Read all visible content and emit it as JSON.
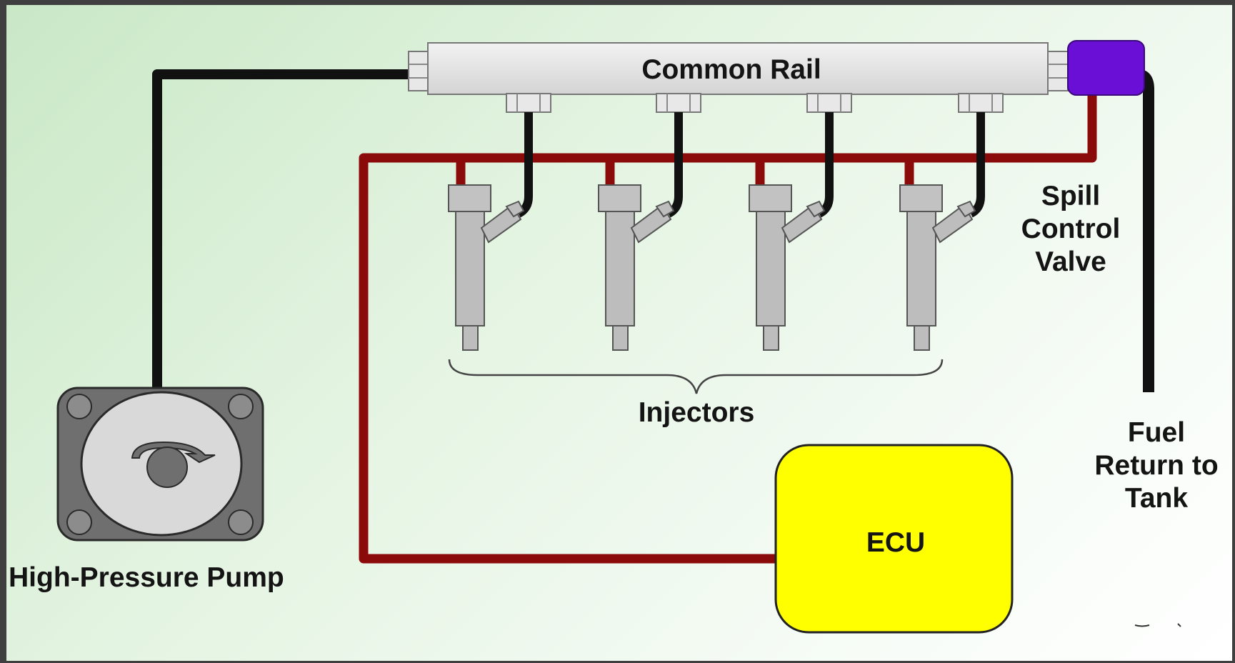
{
  "labels": {
    "common_rail": "Common Rail",
    "spill_control_valve": "Spill\nControl\nValve",
    "injectors": "Injectors",
    "high_pressure_pump": "High-Pressure Pump",
    "ecu": "ECU",
    "fuel_return": "Fuel\nReturn to\nTank"
  },
  "colors": {
    "fuel_line": "#111111",
    "signal_wire": "#8b0a0a",
    "rail": "#e3e3e3",
    "spill_valve": "#6a0fd6",
    "ecu": "#ffff00",
    "injector_body": "#bdbdbd",
    "pump_housing": "#6f6f6f",
    "pump_face": "#d9d9d9"
  },
  "injector_count": 4
}
